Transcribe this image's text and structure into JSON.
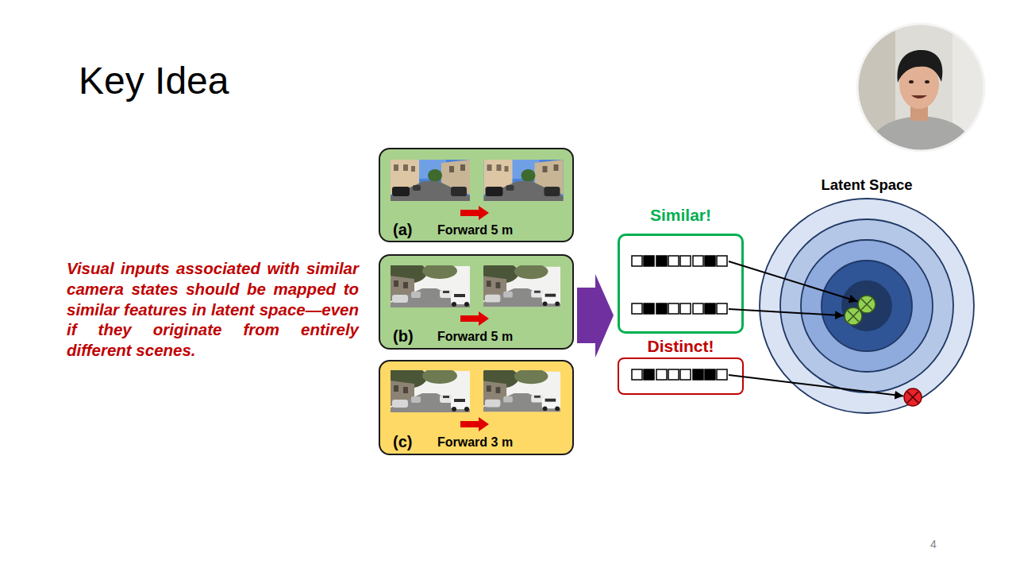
{
  "diagram": {
    "title": "Key Idea",
    "nodes": [
      {
        "text": [
          "(a)",
          "Forward 5 m"
        ]
      },
      {
        "text": [
          "(b)",
          "Forward 5 m"
        ]
      },
      {
        "text": [
          "(c)",
          "Forward 3 m"
        ]
      },
      {
        "text": [
          "Similar!"
        ]
      },
      {
        "text": [
          "Distinct!"
        ]
      },
      {
        "text": [
          "Latent Space"
        ]
      }
    ],
    "edges": [
      {
        "from": 3,
        "to": 5,
        "arrow": "to"
      },
      {
        "from": 3,
        "to": 5,
        "arrow": "to"
      },
      {
        "from": 4,
        "to": 5,
        "arrow": "to"
      }
    ],
    "labels": [
      "Visual inputs associated with similar camera states should be mapped to similar features in latent space—even if they originate from entirely different scenes.",
      "4"
    ]
  }
}
